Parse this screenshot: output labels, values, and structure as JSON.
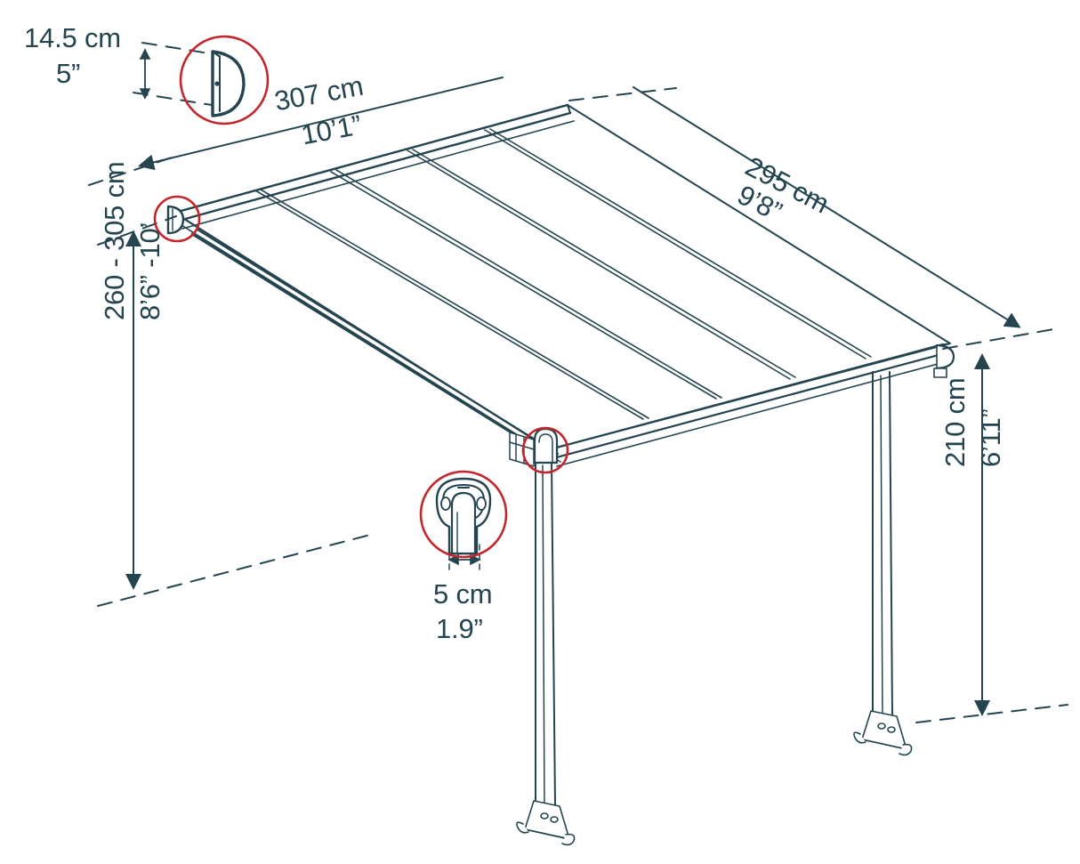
{
  "drawing": {
    "title": "Patio cover dimensioned isometric drawing",
    "colors": {
      "line": "#24454f",
      "callout": "#c1272d",
      "background": "#ffffff",
      "panel_fill": "#ffffff"
    }
  },
  "dimensions": {
    "gutter_depth": {
      "name": "gutter-profile-height",
      "metric": "14.5 cm",
      "imperial": "5”"
    },
    "width": {
      "name": "overall-width",
      "metric": "307 cm",
      "imperial": "10’1”"
    },
    "projection": {
      "name": "overall-projection",
      "metric": "295 cm",
      "imperial": "9’8”"
    },
    "wall_height": {
      "name": "wall-side-height",
      "metric": "260 - 305 cm",
      "imperial": "8’6” -10’"
    },
    "front_height": {
      "name": "front-post-height",
      "metric": "210 cm",
      "imperial": "6’11”"
    },
    "post_width": {
      "name": "post-cross-section-width",
      "metric": "5 cm",
      "imperial": "1.9”"
    }
  },
  "callouts": [
    {
      "id": "gutter-profile-detail",
      "label": "gutter D-profile cross-section"
    },
    {
      "id": "wall-gutter-end-detail",
      "label": "wall beam end cap"
    },
    {
      "id": "post-head-detail",
      "label": "post to beam connector"
    },
    {
      "id": "post-profile-detail",
      "label": "post cross-section"
    }
  ],
  "structure": {
    "roof_panels": 5,
    "posts": 2,
    "rafters": 4
  }
}
